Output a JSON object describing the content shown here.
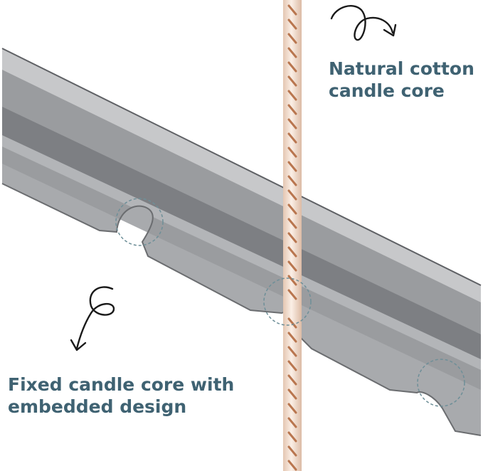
{
  "colors": {
    "label_text": "#3f6272",
    "arrow": "#1a1a1a",
    "steel_light": "#c9cacc",
    "steel_mid": "#9c9ea1",
    "steel_dark": "#6d6f72",
    "wick": "#efd9c9",
    "wick_thread": "#b9764f",
    "highlight_circle": "#6e8f98"
  },
  "labels": {
    "wick": {
      "lines": [
        "Natural cotton",
        "candle core"
      ]
    },
    "slot": {
      "lines": [
        "Fixed candle core with",
        "embedded design"
      ]
    }
  },
  "icons": {
    "arrow_top": "curly-arrow-icon",
    "arrow_bottom": "curly-arrow-icon"
  }
}
